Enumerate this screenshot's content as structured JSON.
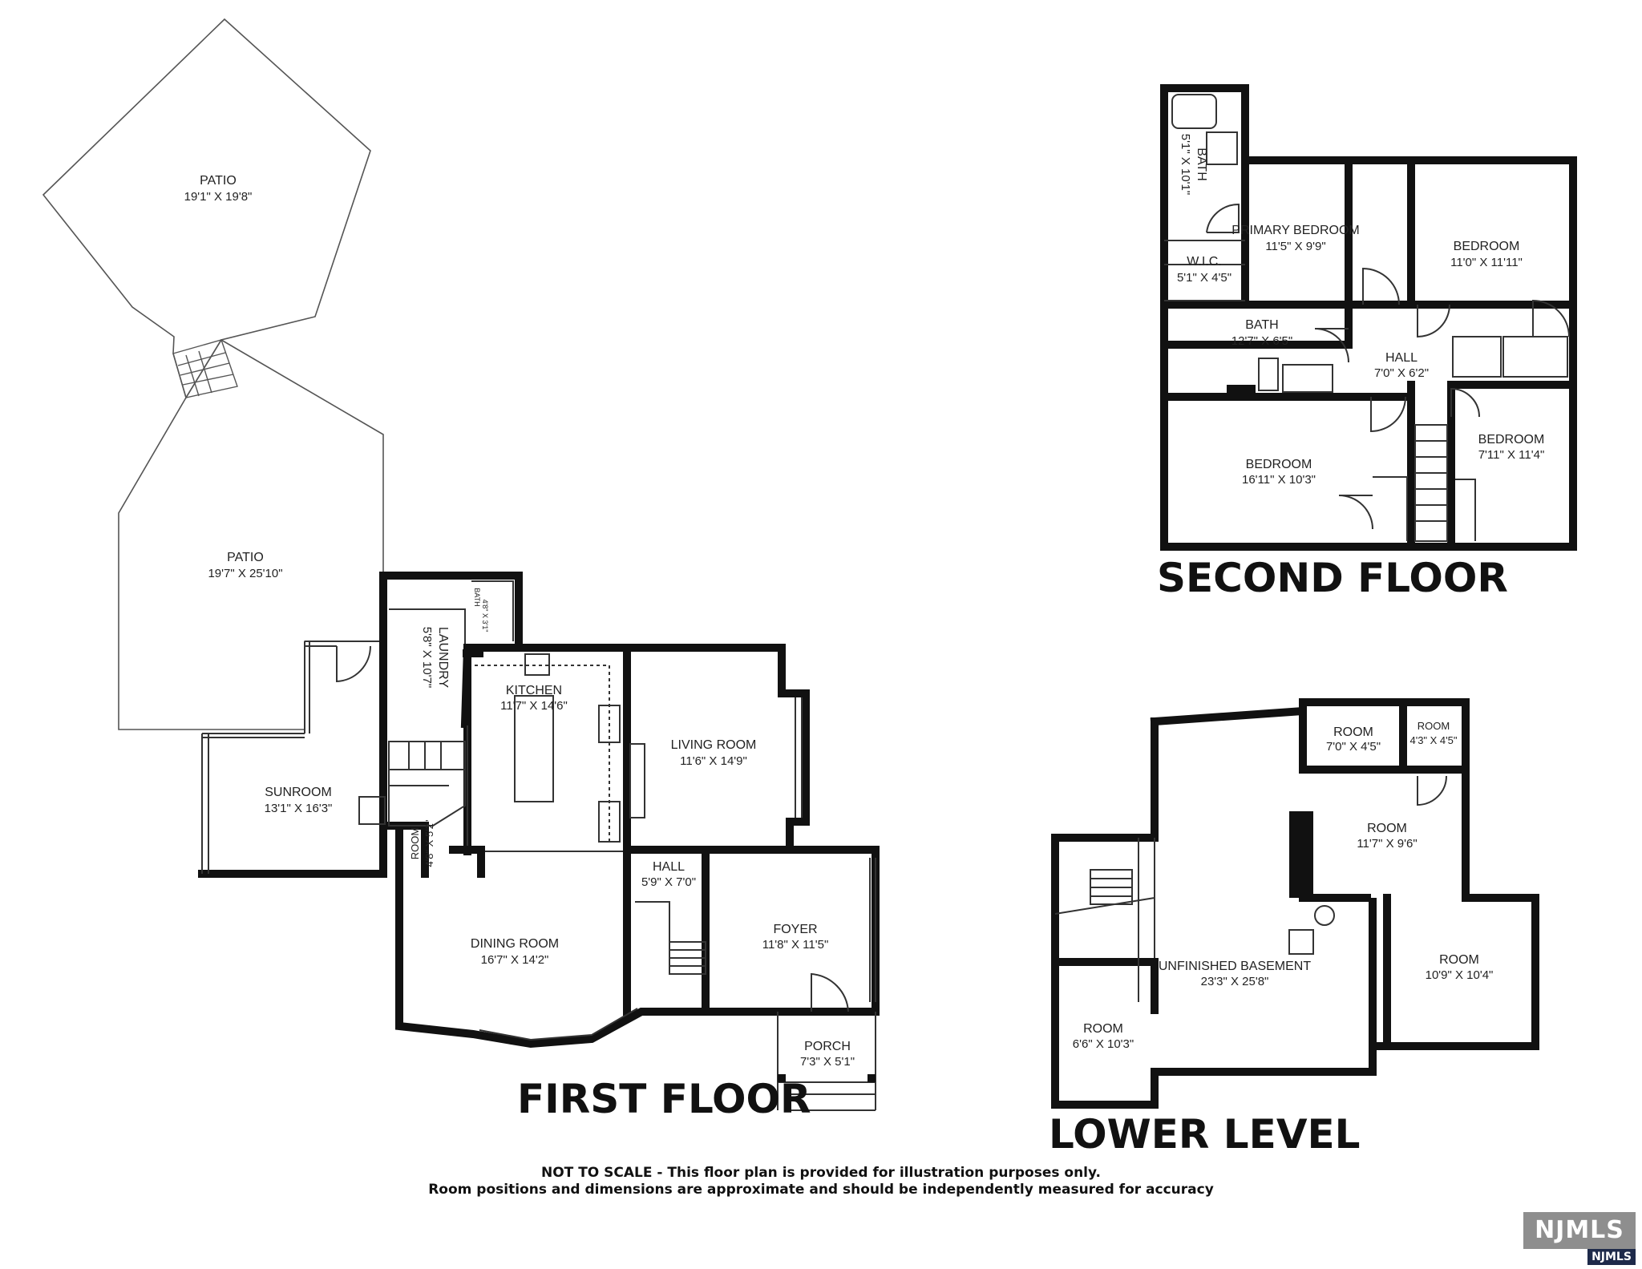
{
  "floors": {
    "first": "FIRST FLOOR",
    "second": "SECOND FLOOR",
    "lower": "LOWER LEVEL"
  },
  "rooms": {
    "patio_upper": {
      "name": "PATIO",
      "dim": "19'1\" X 19'8\""
    },
    "patio_lower": {
      "name": "PATIO",
      "dim": "19'7\" X 25'10\""
    },
    "sunroom": {
      "name": "SUNROOM",
      "dim": "13'1\" X 16'3\""
    },
    "laundry": {
      "name": "LAUNDRY",
      "dim": "5'8\" X 10'7\""
    },
    "bath_small": {
      "name": "BATH",
      "dim": "4'8\" X 3'1\""
    },
    "kitchen": {
      "name": "KITCHEN",
      "dim": "11'7\" X 14'6\""
    },
    "living": {
      "name": "LIVING ROOM",
      "dim": "11'6\" X 14'9\""
    },
    "room_small": {
      "name": "ROOM",
      "dim": "4'8\" X 5'2\""
    },
    "hall_first": {
      "name": "HALL",
      "dim": "5'9\" X 7'0\""
    },
    "dining": {
      "name": "DINING ROOM",
      "dim": "16'7\" X 14'2\""
    },
    "foyer": {
      "name": "FOYER",
      "dim": "11'8\" X 11'5\""
    },
    "porch": {
      "name": "PORCH",
      "dim": "7'3\" X 5'1\""
    },
    "bath_upper": {
      "name": "BATH",
      "dim": "5'1\" X 10'1\""
    },
    "primary": {
      "name": "PRIMARY BEDROOM",
      "dim": "11'5\" X 9'9\""
    },
    "bedroom_ne": {
      "name": "BEDROOM",
      "dim": "11'0\" X 11'11\""
    },
    "wic": {
      "name": "W.I.C.",
      "dim": "5'1\" X 4'5\""
    },
    "bath_main": {
      "name": "BATH",
      "dim": "12'7\" X 6'5\""
    },
    "hall_second": {
      "name": "HALL",
      "dim": "7'0\" X 6'2\""
    },
    "bedroom_sw": {
      "name": "BEDROOM",
      "dim": "16'11\" X 10'3\""
    },
    "bedroom_se": {
      "name": "BEDROOM",
      "dim": "7'11\" X 11'4\""
    },
    "ll_room_a": {
      "name": "ROOM",
      "dim": "7'0\" X 4'5\""
    },
    "ll_room_b": {
      "name": "ROOM",
      "dim": "4'3\" X 4'5\""
    },
    "ll_room_c": {
      "name": "ROOM",
      "dim": "11'7\" X 9'6\""
    },
    "ll_room_d": {
      "name": "ROOM",
      "dim": "10'9\" X 10'4\""
    },
    "basement": {
      "name": "UNFINISHED BASEMENT",
      "dim": "23'3\" X 25'8\""
    },
    "ll_room_e": {
      "name": "ROOM",
      "dim": "6'6\" X 10'3\""
    }
  },
  "footer": {
    "line1": "NOT TO SCALE - This floor plan is provided for illustration purposes only.",
    "line2": "Room positions and dimensions are approximate and should be independently measured for accuracy"
  },
  "logo": {
    "main": "NJMLS",
    "sub": "NJMLS"
  },
  "colors": {
    "wall": "#111111",
    "logo_bg": "#8e8e8e",
    "logo_sub_bg": "#1e2a4a"
  }
}
